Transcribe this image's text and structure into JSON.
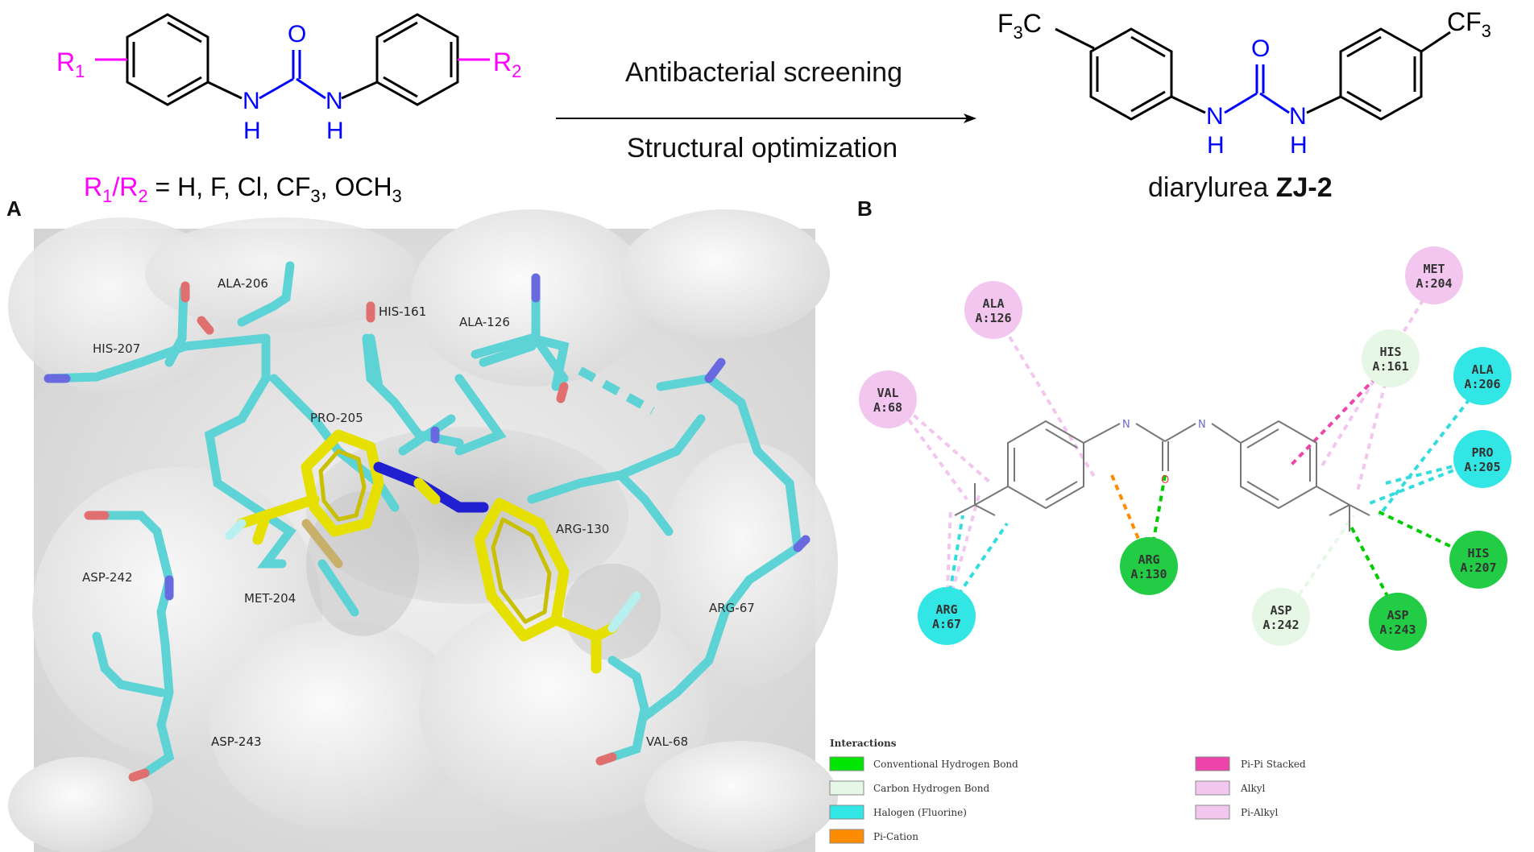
{
  "scheme": {
    "r1": "R",
    "r1_sub": "1",
    "r2": "R",
    "r2_sub": "2",
    "o_atom": "O",
    "n_atom": "N",
    "h_atom": "H",
    "subst_r1": "R",
    "subst_r1_sub": "1",
    "subst_slash": "/",
    "subst_r2": "R",
    "subst_r2_sub": "2",
    "subst_eq": " = H, F, Cl, CF",
    "subst_3": "3",
    "subst_och": ", OCH",
    "subst_och3": "3",
    "arrow_top": "Antibacterial screening",
    "arrow_bottom": "Structural optimization",
    "cf3_left": "F",
    "cf3_left_sub": "3",
    "cf3_left_c": "C",
    "cf3_right": "CF",
    "cf3_right_sub": "3",
    "product_name": "diarylurea ",
    "product_code": "ZJ-2"
  },
  "panel_a": {
    "label": "A",
    "residues": [
      {
        "name": "ALA-206"
      },
      {
        "name": "HIS-207"
      },
      {
        "name": "HIS-161"
      },
      {
        "name": "ALA-126"
      },
      {
        "name": "PRO-205"
      },
      {
        "name": "ARG-130"
      },
      {
        "name": "ASP-242"
      },
      {
        "name": "MET-204"
      },
      {
        "name": "ARG-67"
      },
      {
        "name": "ASP-243"
      },
      {
        "name": "VAL-68"
      }
    ]
  },
  "panel_b": {
    "label": "B",
    "nodes": [
      {
        "id": "ala126",
        "res": "ALA",
        "chain": "A:126",
        "type": "alkyl"
      },
      {
        "id": "met204",
        "res": "MET",
        "chain": "A:204",
        "type": "alkyl"
      },
      {
        "id": "his161",
        "res": "HIS",
        "chain": "A:161",
        "type": "carbon"
      },
      {
        "id": "ala206",
        "res": "ALA",
        "chain": "A:206",
        "type": "halogen"
      },
      {
        "id": "val68",
        "res": "VAL",
        "chain": "A:68",
        "type": "alkyl"
      },
      {
        "id": "pro205",
        "res": "PRO",
        "chain": "A:205",
        "type": "halogen"
      },
      {
        "id": "his207",
        "res": "HIS",
        "chain": "A:207",
        "type": "conventional"
      },
      {
        "id": "arg130",
        "res": "ARG",
        "chain": "A:130",
        "type": "conventional"
      },
      {
        "id": "arg67",
        "res": "ARG",
        "chain": "A:67",
        "type": "halogen"
      },
      {
        "id": "asp242",
        "res": "ASP",
        "chain": "A:242",
        "type": "carbon"
      },
      {
        "id": "asp243",
        "res": "ASP",
        "chain": "A:243",
        "type": "conventional"
      }
    ],
    "atom_n": "N",
    "atom_o": "O",
    "legend_title": "Interactions",
    "legend": [
      {
        "label": "Conventional Hydrogen Bond",
        "color": "#00e600"
      },
      {
        "label": "Carbon Hydrogen Bond",
        "color": "#e6f7e6"
      },
      {
        "label": "Halogen (Fluorine)",
        "color": "#33e6e6"
      },
      {
        "label": "Pi-Cation",
        "color": "#ff8c00"
      },
      {
        "label": "Pi-Pi Stacked",
        "color": "#ee44aa"
      },
      {
        "label": "Alkyl",
        "color": "#f2c6ee"
      },
      {
        "label": "Pi-Alkyl",
        "color": "#f2c6ee"
      }
    ]
  },
  "colors": {
    "magenta": "#ff00ff",
    "blue": "#0000ff",
    "cyan": "#5ed3d6",
    "yellow": "#e6e000"
  }
}
